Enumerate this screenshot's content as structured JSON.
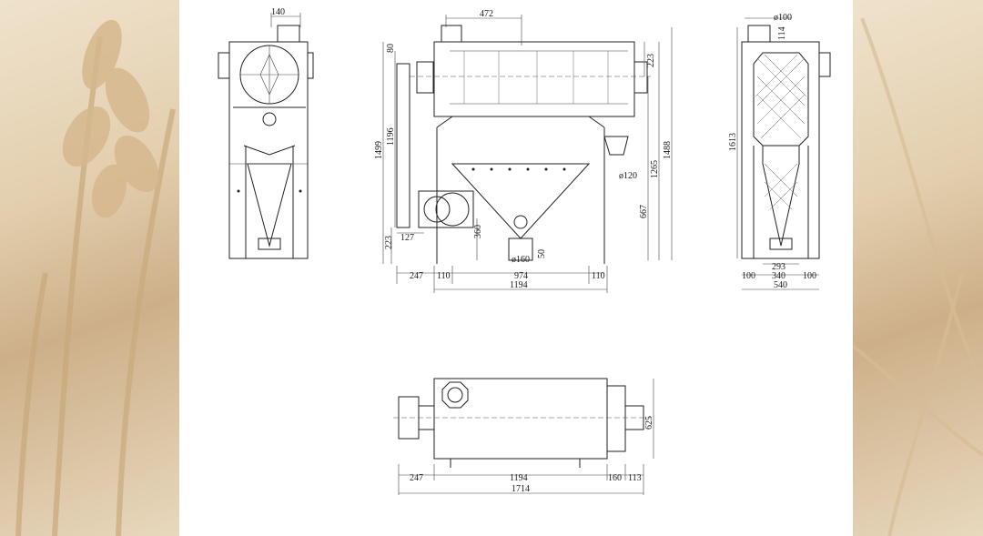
{
  "background": {
    "paper": "#ffffff",
    "wheat_tone": "#d9c3a1",
    "line": "#222222"
  },
  "dimensions": {
    "left_view": {
      "inlet": "140"
    },
    "front_view": {
      "top_width": "472",
      "v80": "80",
      "h1499": "1499",
      "h1196": "1196",
      "h223_top": "223",
      "h1488": "1488",
      "h1265": "1265",
      "outlet_side": "ø120",
      "h667": "667",
      "h360": "360",
      "h223_bottom": "223",
      "w127": "127",
      "v50": "50",
      "outlet_bottom": "ø160",
      "w247": "247",
      "w110_left": "110",
      "w974": "974",
      "w110_right": "110",
      "w1194": "1194"
    },
    "right_view": {
      "inlet_dia": "ø100",
      "v114": "114",
      "h1613": "1613",
      "w293": "293",
      "w100_left": "100",
      "w340": "340",
      "w100_right": "100",
      "w540": "540"
    },
    "top_view": {
      "h625": "625",
      "w247": "247",
      "w1194": "1194",
      "w160": "160",
      "w113": "113",
      "w1714": "1714"
    }
  }
}
